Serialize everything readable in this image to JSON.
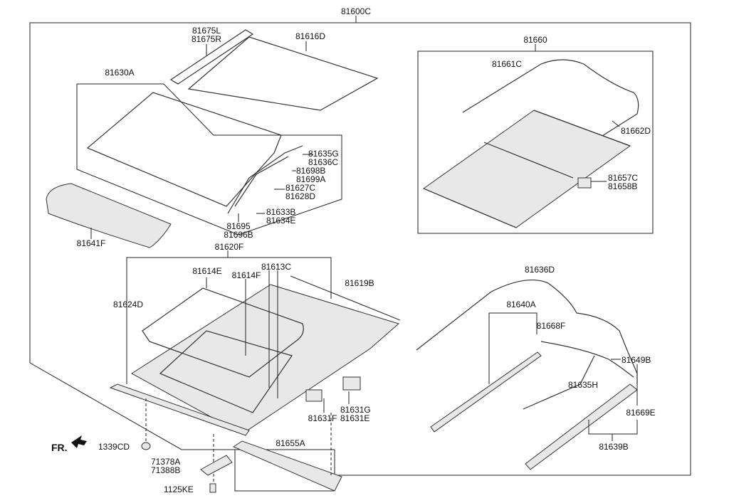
{
  "title": "81600C",
  "labels": {
    "l81675": [
      "81675L",
      "81675R"
    ],
    "l81616D": "81616D",
    "l81630A": "81630A",
    "l81660": "81660",
    "l81661C": "81661C",
    "l81662D": "81662D",
    "l81635G": [
      "81635G",
      "81636C"
    ],
    "l81698B": [
      "81698B",
      "81699A"
    ],
    "l81627C": [
      "81627C",
      "81628D"
    ],
    "l81633B": [
      "81633B",
      "81634E"
    ],
    "l81695": [
      "81695",
      "81696B"
    ],
    "l81641F": "81641F",
    "l81657C": [
      "81657C",
      "81658B"
    ],
    "l81620F": "81620F",
    "l81614E": "81614E",
    "l81614F": "81614F",
    "l81613C": "81613C",
    "l81619B": "81619B",
    "l81624D": "81624D",
    "l81636D": "81636D",
    "l81640A": "81640A",
    "l81668F": "81668F",
    "l81649B": "81649B",
    "l81635H": "81635H",
    "l81631G": [
      "81631G",
      "81631E"
    ],
    "l81631F": "81631F",
    "l81669E": "81669E",
    "l81639B": "81639B",
    "l81655A": "81655A",
    "fr": "FR.",
    "l1339CD": "1339CD",
    "l71378A": [
      "71378A",
      "71388B"
    ],
    "l1125KE": "1125KE"
  }
}
